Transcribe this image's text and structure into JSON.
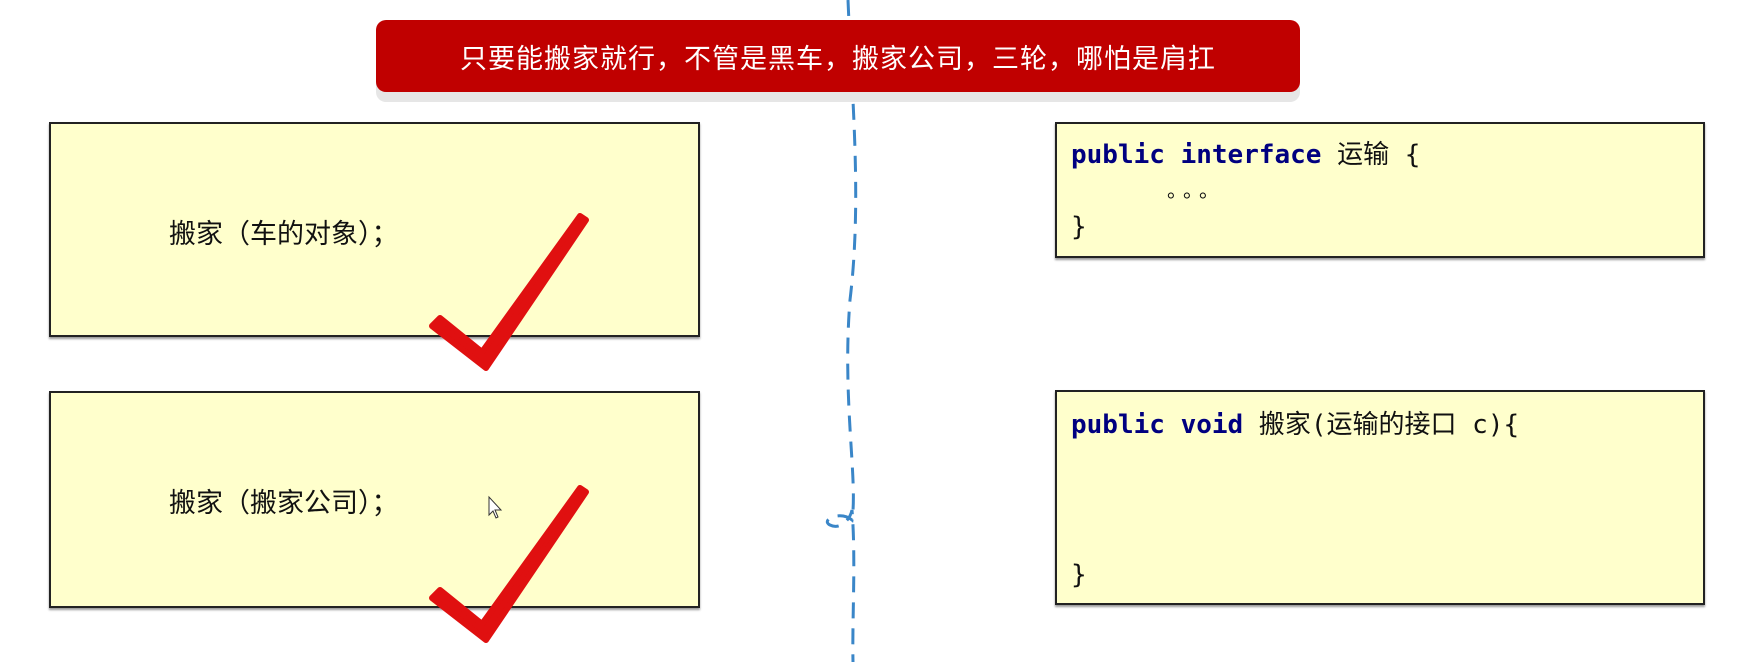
{
  "banner": {
    "text": "只要能搬家就行，不管是黑车，搬家公司，三轮，哪怕是肩扛"
  },
  "left_boxes": [
    {
      "text": "搬家（车的对象）；"
    },
    {
      "text": "搬家（搬家公司）；"
    }
  ],
  "interface_box": {
    "kw1": "public",
    "kw2": "interface",
    "name": "运输 {",
    "body": "。。。",
    "close": "}"
  },
  "method_box": {
    "kw1": "public",
    "kw2": "void",
    "sig": "搬家(运输的接口 c){",
    "close": "}"
  },
  "colors": {
    "banner": "#c00000",
    "box": "#ffffcc",
    "keyword": "#000080",
    "divider": "#3a86c8",
    "check": "#e01010"
  }
}
